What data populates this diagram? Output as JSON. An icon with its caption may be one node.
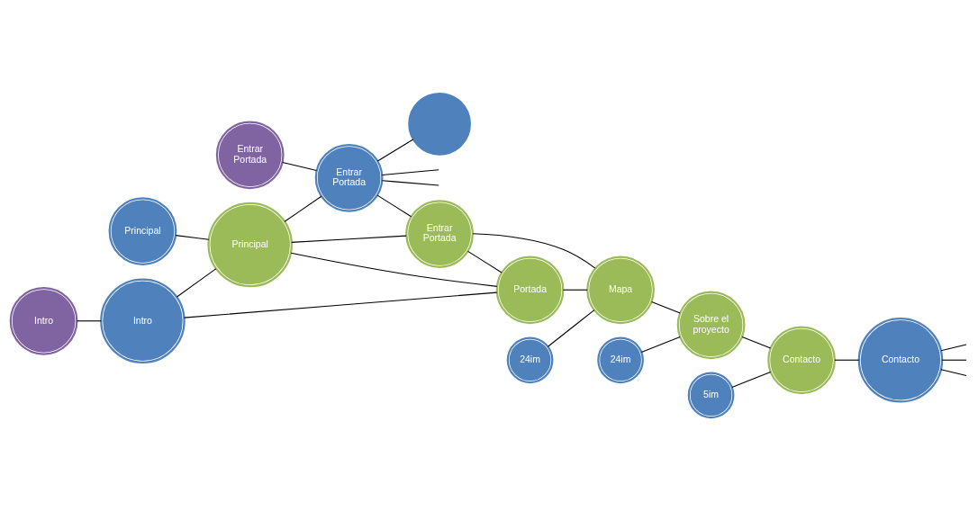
{
  "diagram": {
    "nodes": [
      {
        "text": [
          "Intro"
        ]
      },
      {
        "text": [
          "Intro"
        ]
      },
      {
        "text": [
          "Principal"
        ]
      },
      {
        "text": [
          "Principal"
        ]
      },
      {
        "text": [
          "Entrar Portada"
        ]
      },
      {
        "text": [
          "Entrar Portada"
        ]
      },
      {
        "text": [
          "Entrar Portada"
        ]
      },
      {
        "text": [
          "Portada"
        ]
      },
      {
        "text": [
          "24im"
        ]
      },
      {
        "text": [
          "Mapa"
        ]
      },
      {
        "text": [
          "24im"
        ]
      },
      {
        "text": [
          "Sobre el proyecto"
        ]
      },
      {
        "text": [
          "5im"
        ]
      },
      {
        "text": [
          "Contacto"
        ]
      },
      {
        "text": [
          "Contacto"
        ]
      },
      {
        "text": [],
        "shape": "circle"
      }
    ],
    "edges": [
      {
        "from": 0,
        "to": 1,
        "arrow": "none"
      },
      {
        "from": 1,
        "to": 3,
        "arrow": "none"
      },
      {
        "from": 1,
        "to": 7,
        "arrow": "none"
      },
      {
        "from": 2,
        "to": 3,
        "arrow": "none"
      },
      {
        "from": 3,
        "to": 7,
        "arrow": "none"
      },
      {
        "from": 3,
        "to": 5,
        "arrow": "none"
      },
      {
        "from": 3,
        "to": 6,
        "arrow": "none"
      },
      {
        "from": 4,
        "to": 5,
        "arrow": "none"
      },
      {
        "from": 5,
        "to": 6,
        "arrow": "none"
      },
      {
        "from": 6,
        "to": 7,
        "arrow": "none"
      },
      {
        "from": 6,
        "to": 9,
        "arrow": "none"
      },
      {
        "from": 7,
        "to": 9,
        "arrow": "none"
      },
      {
        "from": 8,
        "to": 9,
        "arrow": "none"
      },
      {
        "from": 9,
        "to": 11,
        "arrow": "none"
      },
      {
        "from": 10,
        "to": 11,
        "arrow": "none"
      },
      {
        "from": 11,
        "to": 13,
        "arrow": "none"
      },
      {
        "from": 12,
        "to": 13,
        "arrow": "none"
      },
      {
        "from": 13,
        "to": 14,
        "arrow": "none"
      },
      {
        "from": 5,
        "to": null,
        "arrow": "none"
      },
      {
        "from": 5,
        "to": null,
        "arrow": "none"
      },
      {
        "from": 5,
        "to": 15,
        "arrow": "none"
      },
      {
        "from": 14,
        "to": null,
        "arrow": "none"
      },
      {
        "from": 14,
        "to": null,
        "arrow": "none"
      },
      {
        "from": 14,
        "to": null,
        "arrow": "none"
      }
    ]
  }
}
